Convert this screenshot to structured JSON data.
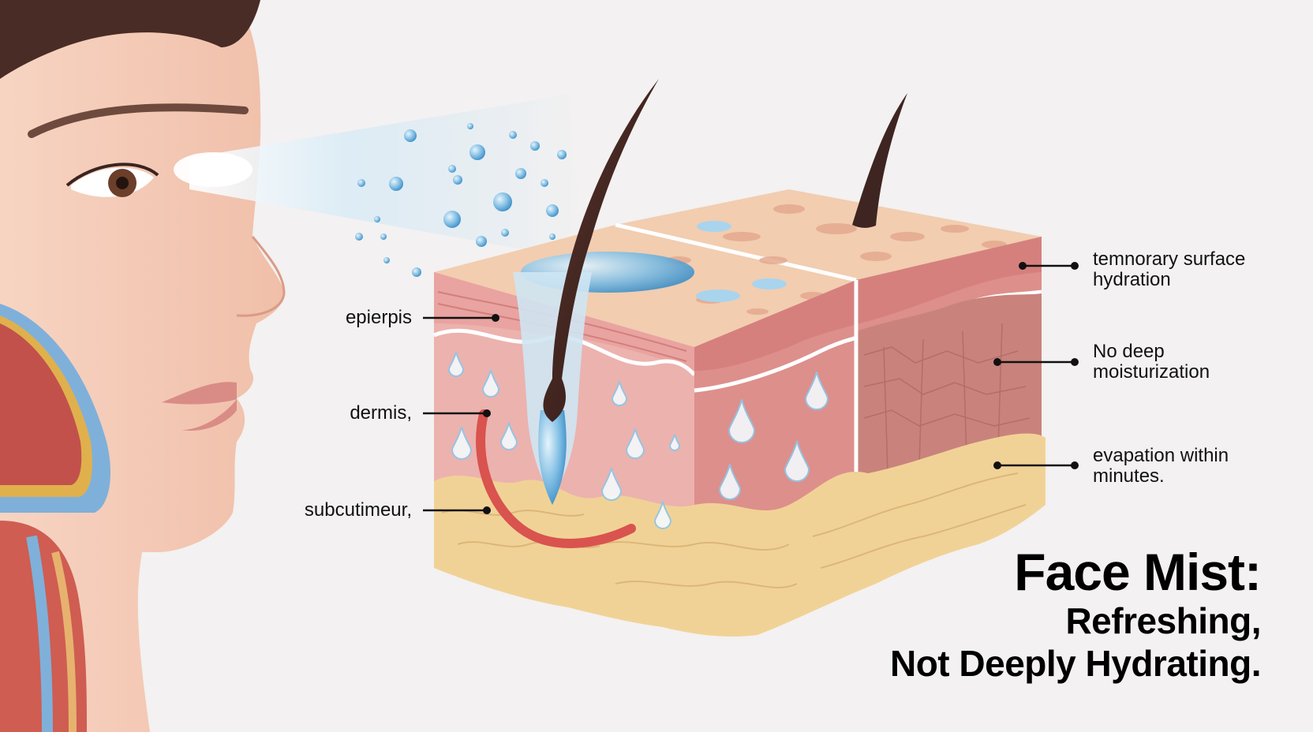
{
  "layers_left": {
    "epidermis": "epierpis",
    "dermis": "dermis,",
    "subcutis": "subcutimeur,"
  },
  "notes_right": {
    "note1": [
      "temnorary surface",
      "hydration"
    ],
    "note2": [
      "No deep",
      "moisturization"
    ],
    "note3": [
      "evapation within",
      "minutes."
    ]
  },
  "title": {
    "line1": "Face Mist:",
    "line2": "Refreshing,",
    "line3": "Not Deeply Hydrating."
  },
  "colors": {
    "background": "#f3f1f1",
    "skin_face": "#f2c5b0",
    "epidermis_top": "#efc3a8",
    "dermis": "#e9a9a6",
    "fat": "#f1d296",
    "water": "#8ec6e8",
    "hair": "#3e2521"
  }
}
